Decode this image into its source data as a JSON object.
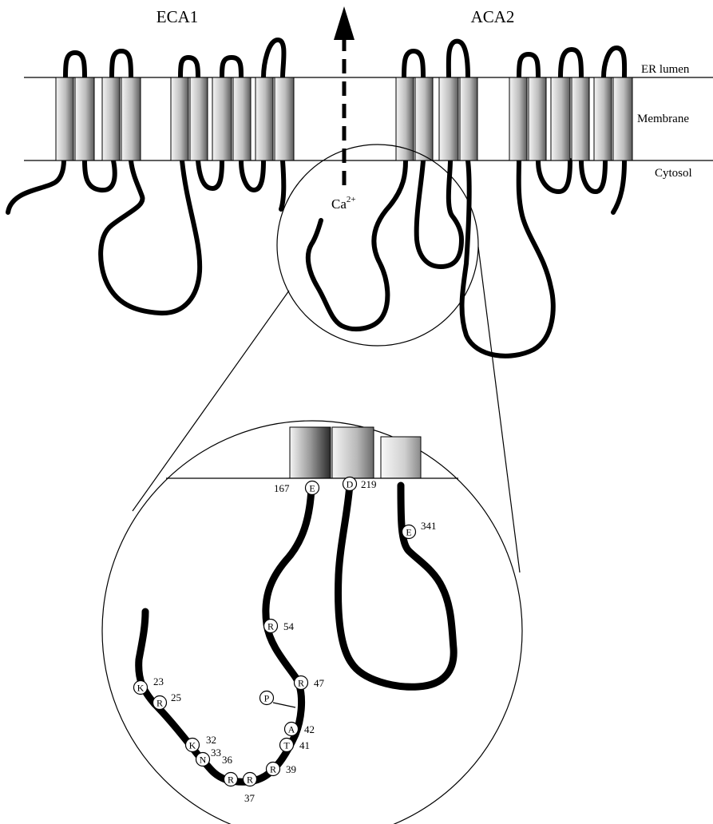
{
  "labels": {
    "eca1": "ECA1",
    "aca2": "ACA2",
    "er_lumen": "ER lumen",
    "membrane": "Membrane",
    "cytosol": "Cytosol",
    "ion": "Ca",
    "ion_charge": "2+"
  },
  "residues": [
    {
      "letter": "E",
      "number": "167"
    },
    {
      "letter": "D",
      "number": "219"
    },
    {
      "letter": "E",
      "number": "341"
    },
    {
      "letter": "R",
      "number": "54"
    },
    {
      "letter": "R",
      "number": "47"
    },
    {
      "letter": "P",
      "number": ""
    },
    {
      "letter": "A",
      "number": "42"
    },
    {
      "letter": "T",
      "number": "41"
    },
    {
      "letter": "R",
      "number": "39"
    },
    {
      "letter": "R",
      "number": "37"
    },
    {
      "letter": "R",
      "number": "36"
    },
    {
      "letter": "N",
      "number": "33"
    },
    {
      "letter": "K",
      "number": "32"
    },
    {
      "letter": "R",
      "number": "25"
    },
    {
      "letter": "K",
      "number": "23"
    }
  ],
  "colors": {
    "helix_light": "#f4f4f4",
    "helix_dark": "#5a5a5a",
    "stroke": "#000000"
  }
}
